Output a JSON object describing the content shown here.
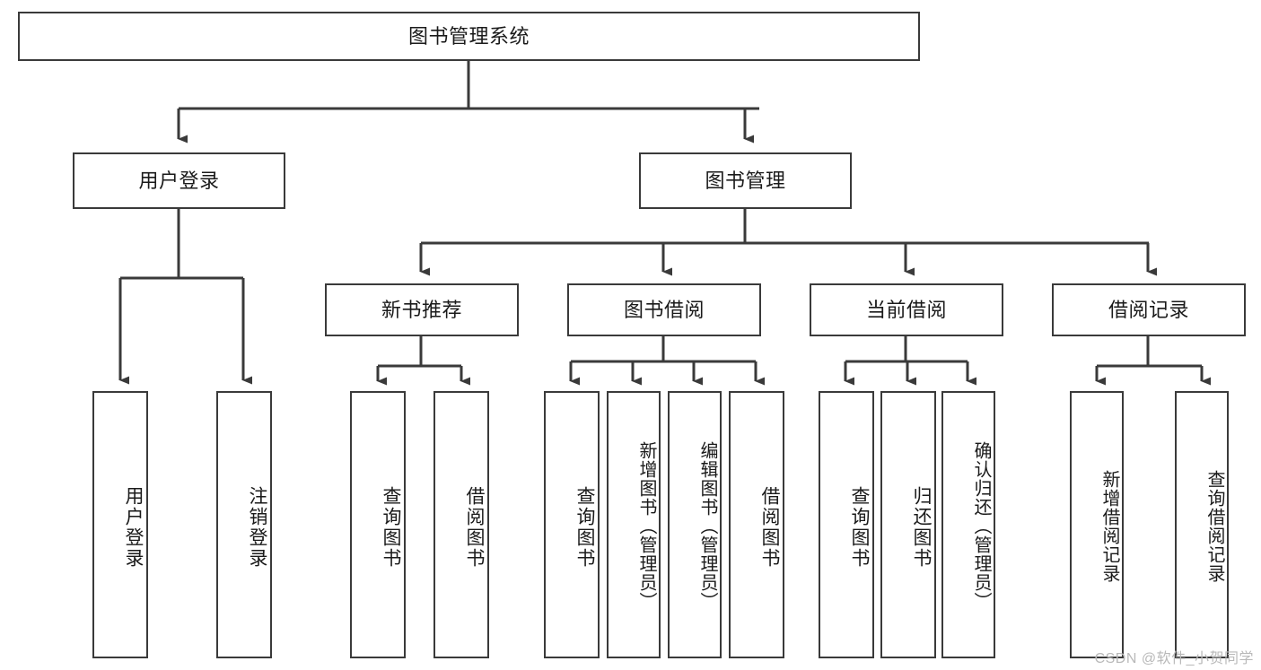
{
  "diagram": {
    "title": "图书管理系统",
    "type": "hierarchy-tree",
    "line_color": "#3a3a3a",
    "box_fill": "#ffffff",
    "text_color": "#1a1a1a",
    "root": {
      "label": "图书管理系统"
    },
    "level2": [
      {
        "label": "用户登录"
      },
      {
        "label": "图书管理"
      }
    ],
    "level3": [
      {
        "label": "新书推荐"
      },
      {
        "label": "图书借阅"
      },
      {
        "label": "当前借阅"
      },
      {
        "label": "借阅记录"
      }
    ],
    "leaves": {
      "user_login": [
        {
          "label": "用户登录"
        },
        {
          "label": "注销登录"
        }
      ],
      "new_book_recommend": [
        {
          "label": "查询图书"
        },
        {
          "label": "借阅图书"
        }
      ],
      "book_borrow": [
        {
          "label": "查询图书"
        },
        {
          "label": "新增图书（管理员）"
        },
        {
          "label": "编辑图书（管理员）"
        },
        {
          "label": "借阅图书"
        }
      ],
      "current_borrow": [
        {
          "label": "查询图书"
        },
        {
          "label": "归还图书"
        },
        {
          "label": "确认归还（管理员）"
        }
      ],
      "borrow_record": [
        {
          "label": "新增借阅记录"
        },
        {
          "label": "查询借阅记录"
        }
      ]
    }
  },
  "watermark": {
    "text": "CSDN @软件_小贺同学"
  }
}
